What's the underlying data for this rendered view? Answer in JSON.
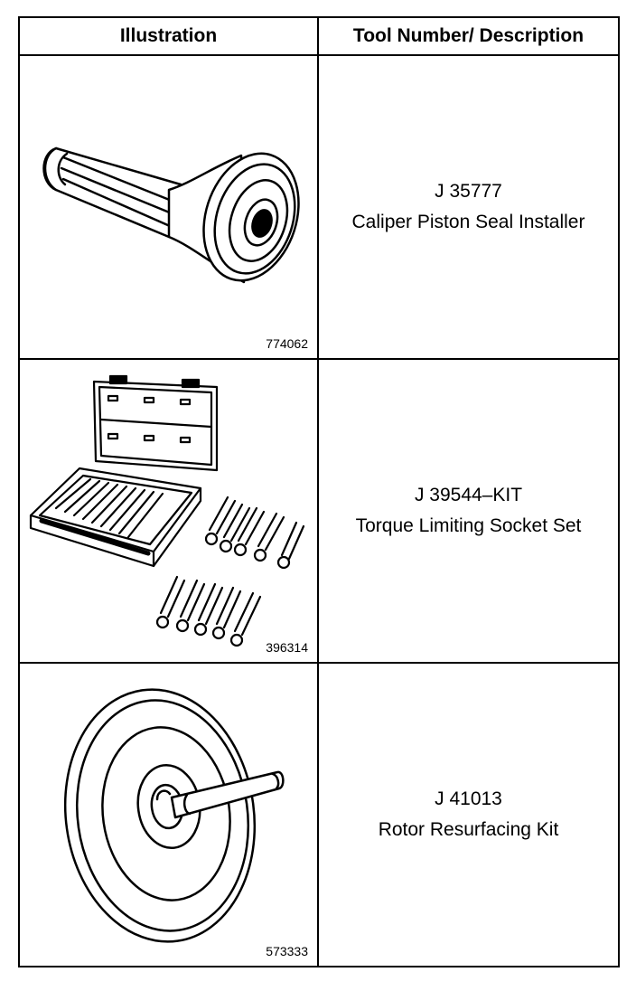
{
  "headers": {
    "illustration": "Illustration",
    "description": "Tool Number/ Description"
  },
  "rows": [
    {
      "figure_number": "774062",
      "tool_number": "J 35777",
      "description": "Caliper Piston Seal Installer",
      "icon": "caliper-piston-seal-installer-icon"
    },
    {
      "figure_number": "396314",
      "tool_number": "J 39544–KIT",
      "description": "Torque Limiting Socket Set",
      "icon": "torque-socket-set-icon"
    },
    {
      "figure_number": "573333",
      "tool_number": "J 41013",
      "description": "Rotor Resurfacing Kit",
      "icon": "rotor-resurfacing-kit-icon"
    }
  ],
  "colors": {
    "line": "#000000",
    "background": "#ffffff"
  }
}
